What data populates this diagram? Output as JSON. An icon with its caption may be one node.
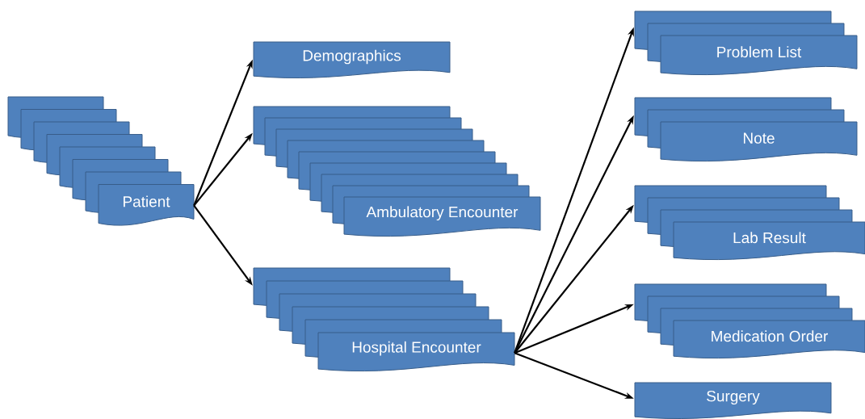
{
  "diagram": {
    "nodes": [
      {
        "text": [
          "Patient"
        ]
      },
      {
        "text": [
          "Demographics"
        ]
      },
      {
        "text": [
          "Ambulatory Encounter"
        ]
      },
      {
        "text": [
          "Hospital Encounter"
        ]
      },
      {
        "text": [
          "Problem List"
        ]
      },
      {
        "text": [
          "Note"
        ]
      },
      {
        "text": [
          "Lab Result"
        ]
      },
      {
        "text": [
          "Medication Order"
        ]
      },
      {
        "text": [
          "Surgery"
        ]
      }
    ],
    "edges": [
      {
        "from": 0,
        "to": 1,
        "arrow": "to"
      },
      {
        "from": 0,
        "to": 2,
        "arrow": "to"
      },
      {
        "from": 0,
        "to": 3,
        "arrow": "to"
      },
      {
        "from": 3,
        "to": 4,
        "arrow": "to"
      },
      {
        "from": 3,
        "to": 5,
        "arrow": "to"
      },
      {
        "from": 3,
        "to": 6,
        "arrow": "to"
      },
      {
        "from": 3,
        "to": 7,
        "arrow": "to"
      },
      {
        "from": 3,
        "to": 8,
        "arrow": "to"
      }
    ]
  }
}
